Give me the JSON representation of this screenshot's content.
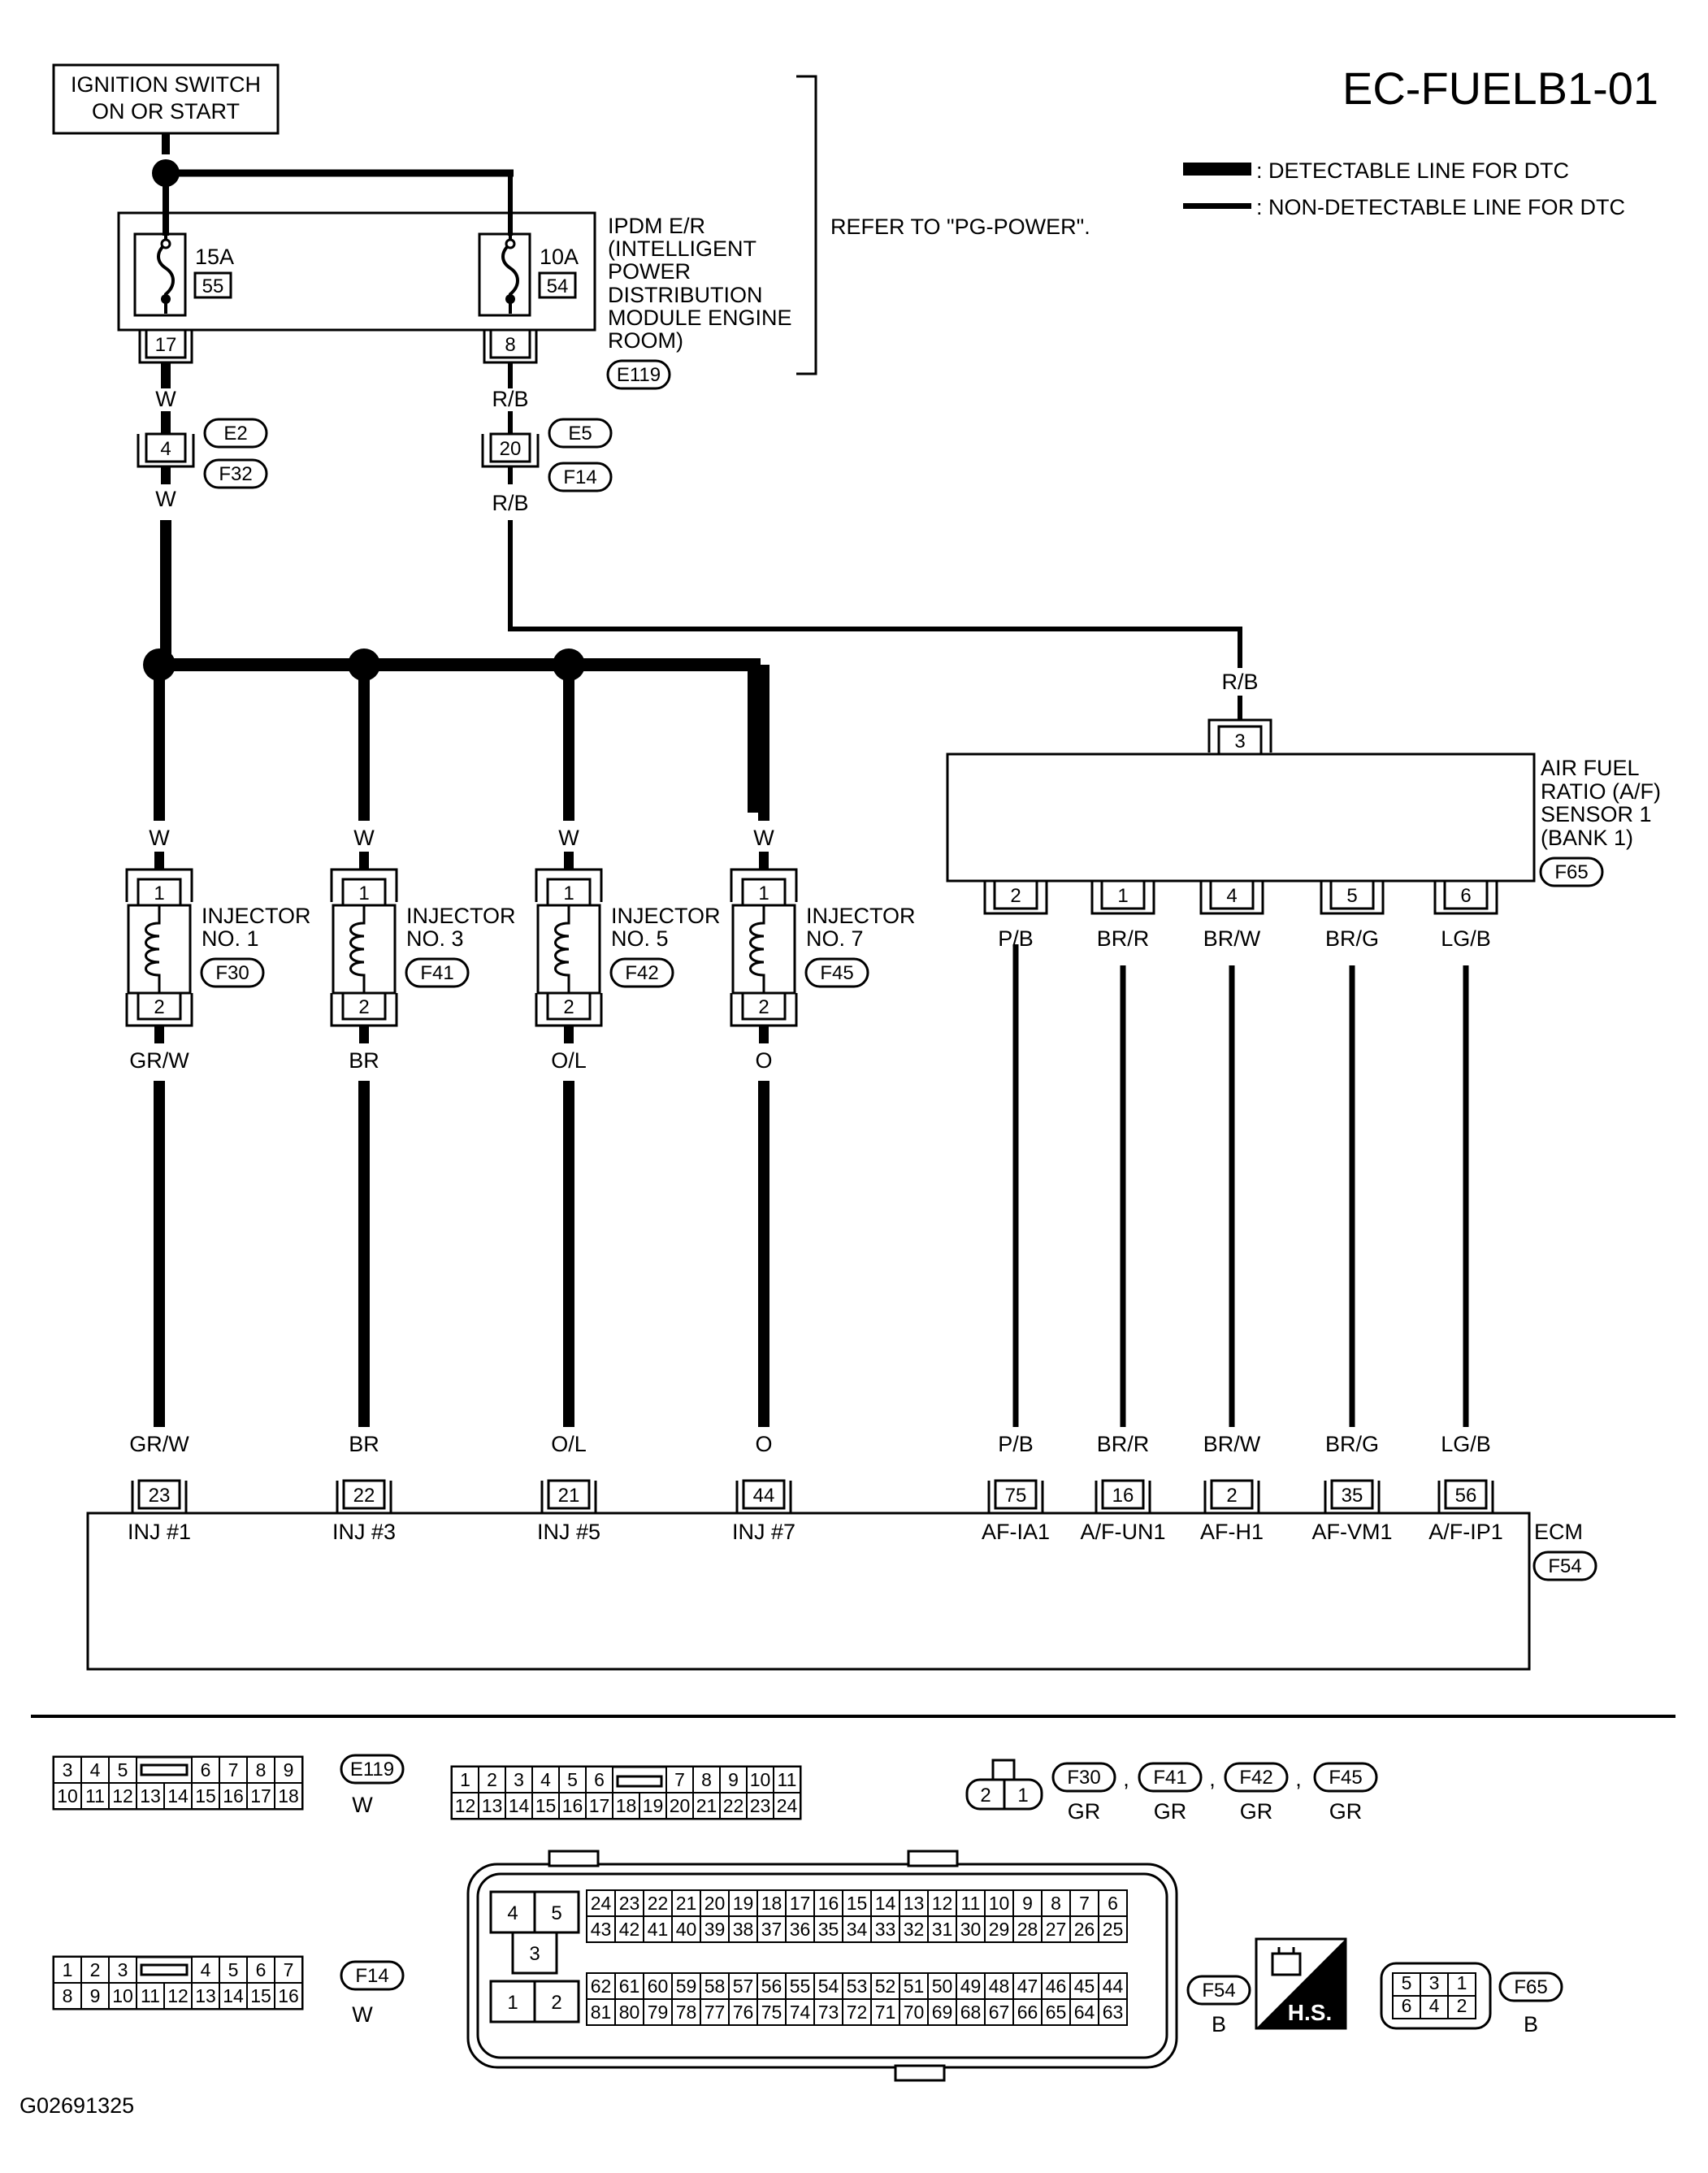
{
  "diagram_id": "EC-FUELB1-01",
  "legend": {
    "detectable": ": DETECTABLE LINE FOR DTC",
    "non_detectable": ": NON-DETECTABLE LINE FOR DTC"
  },
  "ignition": {
    "line1": "IGNITION SWITCH",
    "line2": "ON OR START"
  },
  "ipdm": {
    "lines": [
      "IPDM E/R",
      "(INTELLIGENT",
      "POWER",
      "DISTRIBUTION",
      "MODULE ENGINE",
      "ROOM)"
    ],
    "connector": "E119",
    "refer": "REFER TO \"PG-POWER\".",
    "fuse_left": {
      "rating": "15A",
      "number": "55",
      "pin": "17"
    },
    "fuse_right": {
      "rating": "10A",
      "number": "54",
      "pin": "8"
    }
  },
  "joints": {
    "left": {
      "pin": "4",
      "conn_a": "E2",
      "conn_b": "F32",
      "wire_top": "W",
      "wire_bottom": "W"
    },
    "right": {
      "pin": "20",
      "conn_a": "E5",
      "conn_b": "F14",
      "wire_top": "R/B",
      "wire_bottom": "R/B"
    }
  },
  "injectors": [
    {
      "title": "INJECTOR",
      "no": "NO. 1",
      "conn": "F30",
      "pin_top": "1",
      "pin_bottom": "2",
      "wire_in": "W",
      "wire_out": "GR/W",
      "wire_ecm": "GR/W",
      "ecm_pin": "23",
      "ecm_label": "INJ #1"
    },
    {
      "title": "INJECTOR",
      "no": "NO. 3",
      "conn": "F41",
      "pin_top": "1",
      "pin_bottom": "2",
      "wire_in": "W",
      "wire_out": "BR",
      "wire_ecm": "BR",
      "ecm_pin": "22",
      "ecm_label": "INJ #3"
    },
    {
      "title": "INJECTOR",
      "no": "NO. 5",
      "conn": "F42",
      "pin_top": "1",
      "pin_bottom": "2",
      "wire_in": "W",
      "wire_out": "O/L",
      "wire_ecm": "O/L",
      "ecm_pin": "21",
      "ecm_label": "INJ #5"
    },
    {
      "title": "INJECTOR",
      "no": "NO. 7",
      "conn": "F45",
      "pin_top": "1",
      "pin_bottom": "2",
      "wire_in": "W",
      "wire_out": "O",
      "wire_ecm": "O",
      "ecm_pin": "44",
      "ecm_label": "INJ #7"
    }
  ],
  "af_sensor": {
    "lines": [
      "AIR FUEL",
      "RATIO (A/F)",
      "SENSOR 1",
      "(BANK 1)"
    ],
    "conn": "F65",
    "supply_wire": "R/B",
    "supply_pin": "3",
    "pins": [
      {
        "pin": "2",
        "wire": "P/B",
        "wire_ecm": "P/B",
        "ecm_pin": "75",
        "ecm_label": "AF-IA1"
      },
      {
        "pin": "1",
        "wire": "BR/R",
        "wire_ecm": "BR/R",
        "ecm_pin": "16",
        "ecm_label": "A/F-UN1"
      },
      {
        "pin": "4",
        "wire": "BR/W",
        "wire_ecm": "BR/W",
        "ecm_pin": "2",
        "ecm_label": "AF-H1"
      },
      {
        "pin": "5",
        "wire": "BR/G",
        "wire_ecm": "BR/G",
        "ecm_pin": "35",
        "ecm_label": "AF-VM1"
      },
      {
        "pin": "6",
        "wire": "LG/B",
        "wire_ecm": "LG/B",
        "ecm_pin": "56",
        "ecm_label": "A/F-IP1"
      }
    ]
  },
  "ecm": {
    "label": "ECM",
    "conn": "F54"
  },
  "connectors": {
    "e119": {
      "id": "E119",
      "color": "W",
      "row1_left": [
        "3",
        "4",
        "5"
      ],
      "row1_right": [
        "6",
        "7",
        "8",
        "9"
      ],
      "row2": [
        "10",
        "11",
        "12",
        "13",
        "14",
        "15",
        "16",
        "17",
        "18"
      ]
    },
    "c24": {
      "row1_left": [
        "1",
        "2",
        "3",
        "4",
        "5",
        "6"
      ],
      "row1_right": [
        "7",
        "8",
        "9",
        "10",
        "11"
      ],
      "row2": [
        "12",
        "13",
        "14",
        "15",
        "16",
        "17",
        "18",
        "19",
        "20",
        "21",
        "22",
        "23",
        "24"
      ]
    },
    "f14": {
      "id": "F14",
      "color": "W",
      "row1_left": [
        "1",
        "2",
        "3"
      ],
      "row1_right": [
        "4",
        "5",
        "6",
        "7"
      ],
      "row2": [
        "8",
        "9",
        "10",
        "11",
        "12",
        "13",
        "14",
        "15",
        "16"
      ]
    },
    "injector_conn": {
      "pins": [
        "2",
        "1"
      ],
      "ids": [
        "F30",
        "F41",
        "F42",
        "F45"
      ],
      "colors": [
        "GR",
        "GR",
        "GR",
        "GR"
      ]
    },
    "ecm_conn": {
      "id": "F54",
      "color": "B",
      "small_top": [
        "4",
        "5"
      ],
      "small_mid": [
        "3"
      ],
      "small_bottom": [
        "1",
        "2"
      ],
      "top_row1": [
        "24",
        "23",
        "22",
        "21",
        "20",
        "19",
        "18",
        "17",
        "16",
        "15",
        "14",
        "13",
        "12",
        "11",
        "10",
        "9",
        "8",
        "7",
        "6"
      ],
      "top_row2": [
        "43",
        "42",
        "41",
        "40",
        "39",
        "38",
        "37",
        "36",
        "35",
        "34",
        "33",
        "32",
        "31",
        "30",
        "29",
        "28",
        "27",
        "26",
        "25"
      ],
      "bot_row1": [
        "62",
        "61",
        "60",
        "59",
        "58",
        "57",
        "56",
        "55",
        "54",
        "53",
        "52",
        "51",
        "50",
        "49",
        "48",
        "47",
        "46",
        "45",
        "44"
      ],
      "bot_row2": [
        "81",
        "80",
        "79",
        "78",
        "77",
        "76",
        "75",
        "74",
        "73",
        "72",
        "71",
        "70",
        "69",
        "68",
        "67",
        "66",
        "65",
        "64",
        "63"
      ]
    },
    "hs_badge": "H.S.",
    "f65": {
      "id": "F65",
      "color": "B",
      "row1": [
        "5",
        "3",
        "1"
      ],
      "row2": [
        "6",
        "4",
        "2"
      ]
    }
  },
  "footer_code": "G02691325"
}
